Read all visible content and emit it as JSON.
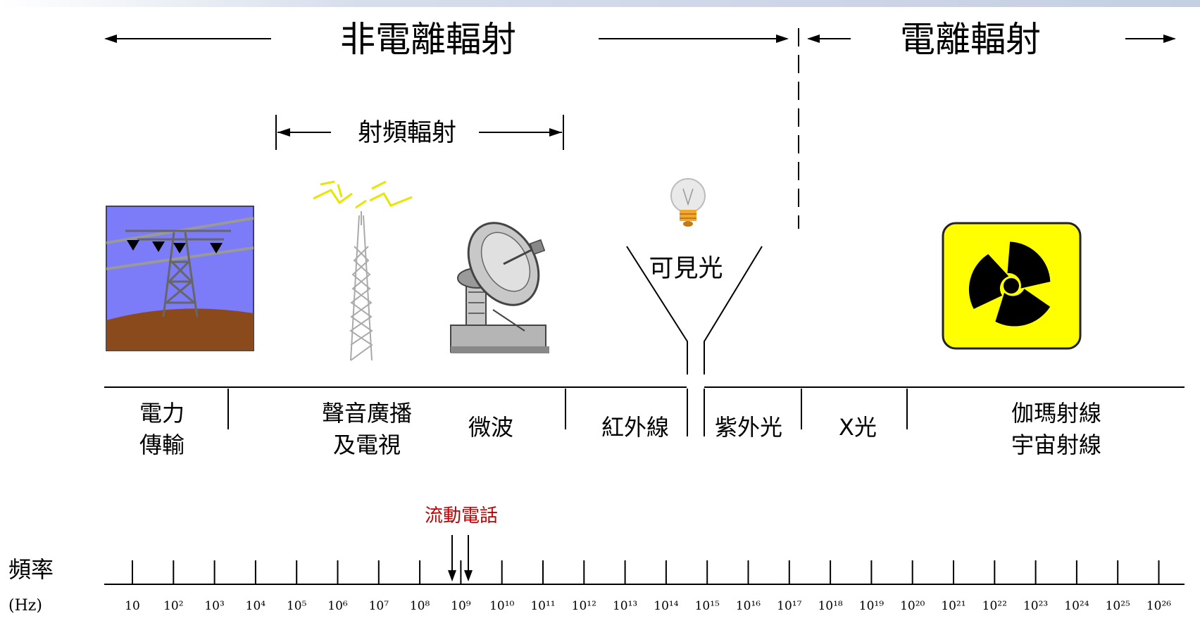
{
  "headings": {
    "non_ionizing": "非電離輻射",
    "ionizing": "電離輻射",
    "radio_frequency": "射頻輻射",
    "visible_light": "可見光"
  },
  "bands": [
    {
      "lines": [
        "電力",
        "傳輸"
      ]
    },
    {
      "lines": [
        "聲音廣播",
        "及電視"
      ]
    },
    {
      "lines": [
        "微波"
      ]
    },
    {
      "lines": [
        "紅外線"
      ]
    },
    {
      "lines": [
        "紫外光"
      ]
    },
    {
      "lines": [
        "X光"
      ]
    },
    {
      "lines": [
        "伽瑪射線",
        "宇宙射線"
      ]
    }
  ],
  "mobile_phone_label": "流動電話",
  "axis": {
    "label": "頻率",
    "unit": "(Hz)",
    "ticks": [
      "10",
      "10²",
      "10³",
      "10⁴",
      "10⁵",
      "10⁶",
      "10⁷",
      "10⁸",
      "10⁹",
      "10¹⁰",
      "10¹¹",
      "10¹²",
      "10¹³",
      "10¹⁴",
      "10¹⁵",
      "10¹⁶",
      "10¹⁷",
      "10¹⁸",
      "10¹⁹",
      "10²⁰",
      "10²¹",
      "10²²",
      "10²³",
      "10²⁴",
      "10²⁵",
      "10²⁶"
    ]
  },
  "colors": {
    "highlight": "#c00000",
    "sky": "#7c7cf8",
    "ground": "#8b4a1c",
    "radiation_bg": "#ffff00"
  },
  "icons": [
    "power-tower-icon",
    "broadcast-tower-icon",
    "satellite-dish-icon",
    "light-bulb-icon",
    "radiation-icon"
  ]
}
